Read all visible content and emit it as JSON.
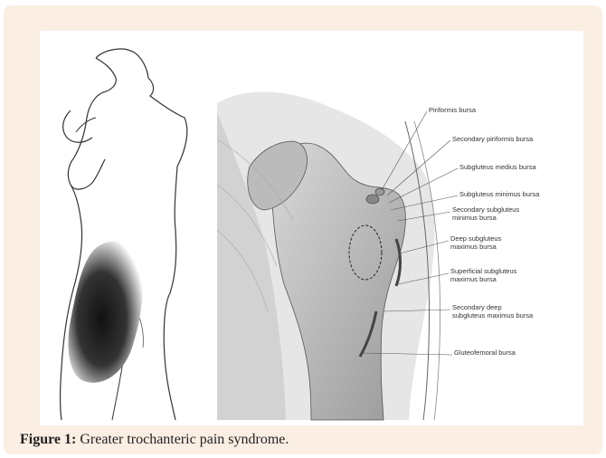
{
  "figure": {
    "caption_label": "Figure 1:",
    "caption_text": " Greater trochanteric pain syndrome.",
    "labels": [
      {
        "id": "piriformis",
        "lines": [
          "Piriformis bursa"
        ]
      },
      {
        "id": "secondary-piriformis",
        "lines": [
          "Secondary piriformis bursa"
        ]
      },
      {
        "id": "subgluteus-medius",
        "lines": [
          "Subgluteus medius bursa"
        ]
      },
      {
        "id": "subgluteus-minimus",
        "lines": [
          "Subgluteus minimus bursa"
        ]
      },
      {
        "id": "secondary-subgluteus-minimus",
        "lines": [
          "Secondary subgluteus",
          "minimus bursa"
        ]
      },
      {
        "id": "deep-subgluteus-maximus",
        "lines": [
          "Deep subgluteus",
          "maximus bursa"
        ]
      },
      {
        "id": "superficial-subgluteus-maximus",
        "lines": [
          "Superficial subgluteus",
          "maximus bursa"
        ]
      },
      {
        "id": "secondary-deep-subgluteus-maximus",
        "lines": [
          "Secondary deep",
          "subgluteus maximus bursa"
        ]
      },
      {
        "id": "gluteofemoral",
        "lines": [
          "Gluteofemoral bursa"
        ]
      }
    ]
  }
}
